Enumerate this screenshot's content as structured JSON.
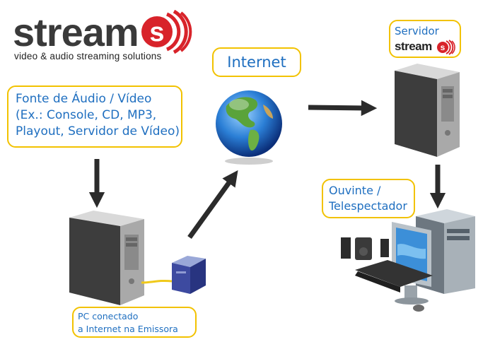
{
  "logo": {
    "word": "stream",
    "letter": "s",
    "tagline": "video & audio streaming solutions",
    "brand_red": "#d8232a"
  },
  "nodes": {
    "source": {
      "lines": [
        "Fonte de Áudio / Vídeo",
        "(Ex.: Console, CD, MP3,",
        "Playout, Servidor de Vídeo)"
      ]
    },
    "internet": {
      "label": "Internet"
    },
    "server": {
      "label": "Servidor",
      "logo_word": "stream",
      "logo_letter": "s"
    },
    "listener": {
      "lines": [
        "Ouvinte /",
        "Telespectador"
      ]
    },
    "pc": {
      "lines": [
        "PC conectado",
        "a Internet na Emissora"
      ]
    }
  },
  "colors": {
    "bubble_border": "#f2c200",
    "bubble_text": "#1f6fc0",
    "arrow": "#2b2b2b"
  },
  "icons": [
    "globe-icon",
    "server-tower-icon",
    "modem-icon",
    "desktop-computer-icon"
  ]
}
